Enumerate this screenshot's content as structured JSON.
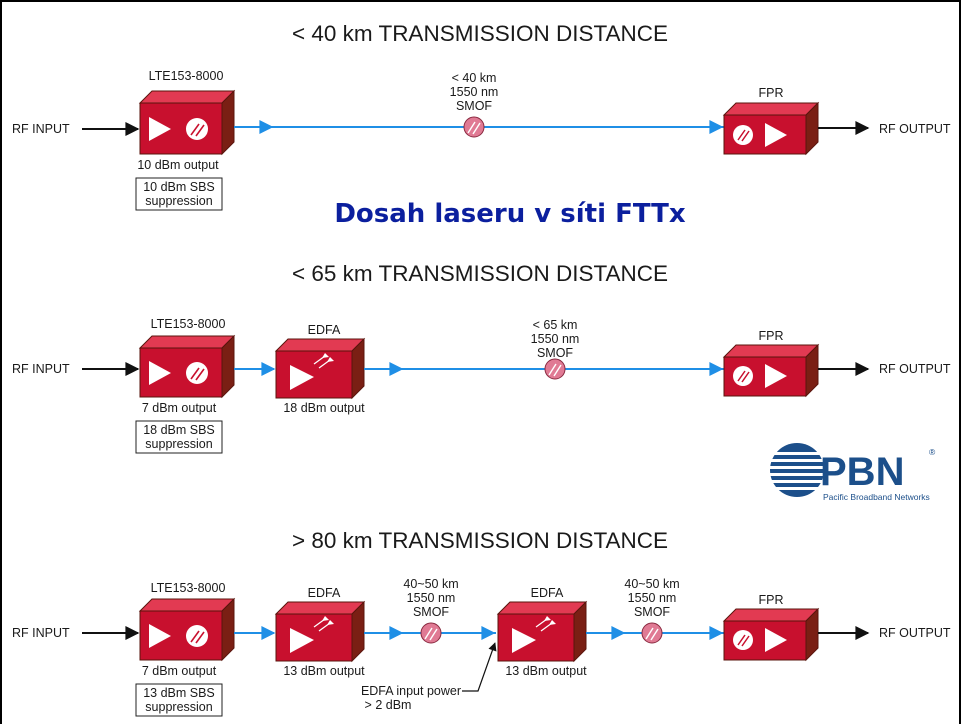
{
  "headline": "Dosah laseru v síti FTTx",
  "logo": {
    "text": "PBN",
    "subtitle": "Pacific Broadband Networks",
    "registered": "®"
  },
  "io": {
    "input": "RF INPUT",
    "output": "RF OUTPUT"
  },
  "colors": {
    "device_front": "#c8102e",
    "device_side": "#7a1f14",
    "fiber": "#1f8fe6",
    "connector": "#e07a94",
    "headline": "#0b1f9e",
    "logo": "#1c4f8a"
  },
  "sections": [
    {
      "title": "< 40 km TRANSMISSION DISTANCE",
      "transmitter": {
        "label": "LTE153-8000",
        "output": "10 dBm output",
        "sbs": [
          "10 dBm SBS",
          "suppression"
        ]
      },
      "spans": [
        {
          "lines": [
            "< 40 km",
            "1550 nm",
            "SMOF"
          ]
        }
      ],
      "edfas": [],
      "receiver": {
        "label": "FPR"
      }
    },
    {
      "title": "< 65 km TRANSMISSION DISTANCE",
      "transmitter": {
        "label": "LTE153-8000",
        "output": "7 dBm output",
        "sbs": [
          "18 dBm SBS",
          "suppression"
        ]
      },
      "spans": [
        {
          "lines": [
            "< 65 km",
            "1550 nm",
            "SMOF"
          ]
        }
      ],
      "edfas": [
        {
          "label": "EDFA",
          "output": "18 dBm output"
        }
      ],
      "receiver": {
        "label": "FPR"
      }
    },
    {
      "title": "> 80 km TRANSMISSION DISTANCE",
      "transmitter": {
        "label": "LTE153-8000",
        "output": "7 dBm output",
        "sbs": [
          "13 dBm SBS",
          "suppression"
        ]
      },
      "spans": [
        {
          "lines": [
            "40~50 km",
            "1550 nm",
            "SMOF"
          ]
        },
        {
          "lines": [
            "40~50 km",
            "1550 nm",
            "SMOF"
          ]
        }
      ],
      "edfas": [
        {
          "label": "EDFA",
          "output": "13 dBm output"
        },
        {
          "label": "EDFA",
          "output": "13 dBm output"
        }
      ],
      "note": [
        "EDFA input power",
        "> 2 dBm"
      ],
      "receiver": {
        "label": "FPR"
      }
    }
  ]
}
